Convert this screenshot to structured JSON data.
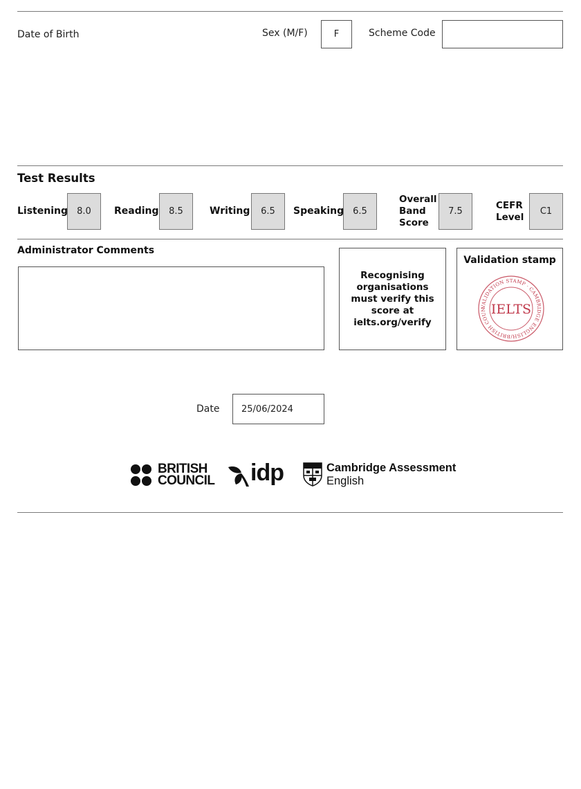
{
  "personal": {
    "dob_label": "Date of Birth",
    "sex_label": "Sex (M/F)",
    "sex_value": "F",
    "scheme_label": "Scheme Code",
    "scheme_value": ""
  },
  "results": {
    "heading": "Test Results",
    "listening": {
      "label": "Listening",
      "value": "8.0"
    },
    "reading": {
      "label": "Reading",
      "value": "8.5"
    },
    "writing": {
      "label": "Writing",
      "value": "6.5"
    },
    "speaking": {
      "label": "Speaking",
      "value": "6.5"
    },
    "overall": {
      "label_lines": [
        "Overall",
        "Band",
        "Score"
      ],
      "value": "7.5"
    },
    "cefr": {
      "label_lines": [
        "CEFR",
        "Level"
      ],
      "value": "C1"
    }
  },
  "comments": {
    "heading": "Administrator Comments",
    "value": ""
  },
  "verify": {
    "text": "Recognising organisations must verify this score at ielts.org/verify"
  },
  "stamp": {
    "heading": "Validation stamp",
    "center_text": "IELTS",
    "ring_text": "VALIDATION STAMP · CAMBRIDGE ENGLISH/BRITISH COUNCIL ·",
    "color": "#c0394b"
  },
  "date": {
    "label": "Date",
    "value": "25/06/2024"
  },
  "logos": {
    "british_council": [
      "BRITISH",
      "COUNCIL"
    ],
    "idp": "idp",
    "cambridge": [
      "Cambridge Assessment",
      "English"
    ]
  }
}
